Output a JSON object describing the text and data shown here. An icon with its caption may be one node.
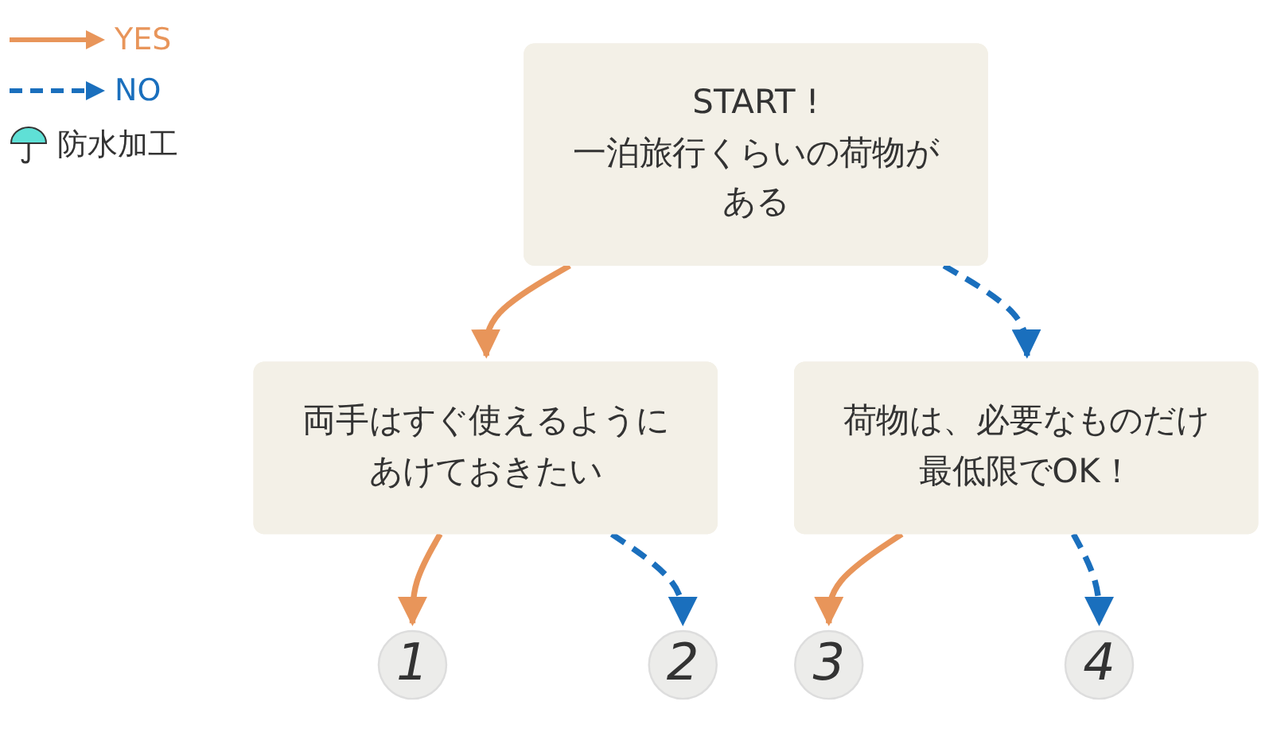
{
  "diagram": {
    "nodes": [
      {
        "text": [
          "START !",
          "一泊旅行くらいの荷物がある"
        ]
      },
      {
        "text": [
          "両手はすぐ使えるようにあけておきたい"
        ]
      },
      {
        "text": [
          "荷物は、必要なものだけ最低限でOK！"
        ]
      },
      {
        "text": [
          "1"
        ]
      },
      {
        "text": [
          "2"
        ]
      },
      {
        "text": [
          "3"
        ]
      },
      {
        "text": [
          "4"
        ]
      }
    ],
    "edges": [
      {
        "from": 0,
        "to": 1,
        "arrow": "to",
        "color": "#e8955a"
      },
      {
        "from": 0,
        "to": 2,
        "arrow": "to",
        "style": "dashed",
        "color": "#1a6fbd"
      },
      {
        "from": 1,
        "to": 3,
        "arrow": "to",
        "color": "#e8955a"
      },
      {
        "from": 1,
        "to": 4,
        "arrow": "to",
        "style": "dashed",
        "color": "#1a6fbd"
      },
      {
        "from": 2,
        "to": 5,
        "arrow": "to",
        "color": "#e8955a"
      },
      {
        "from": 2,
        "to": 6,
        "arrow": "to",
        "style": "dashed",
        "color": "#1a6fbd"
      }
    ],
    "legend": [
      {
        "text": "YES"
      },
      {
        "text": "NO"
      },
      {
        "text": "防水加工"
      }
    ]
  }
}
